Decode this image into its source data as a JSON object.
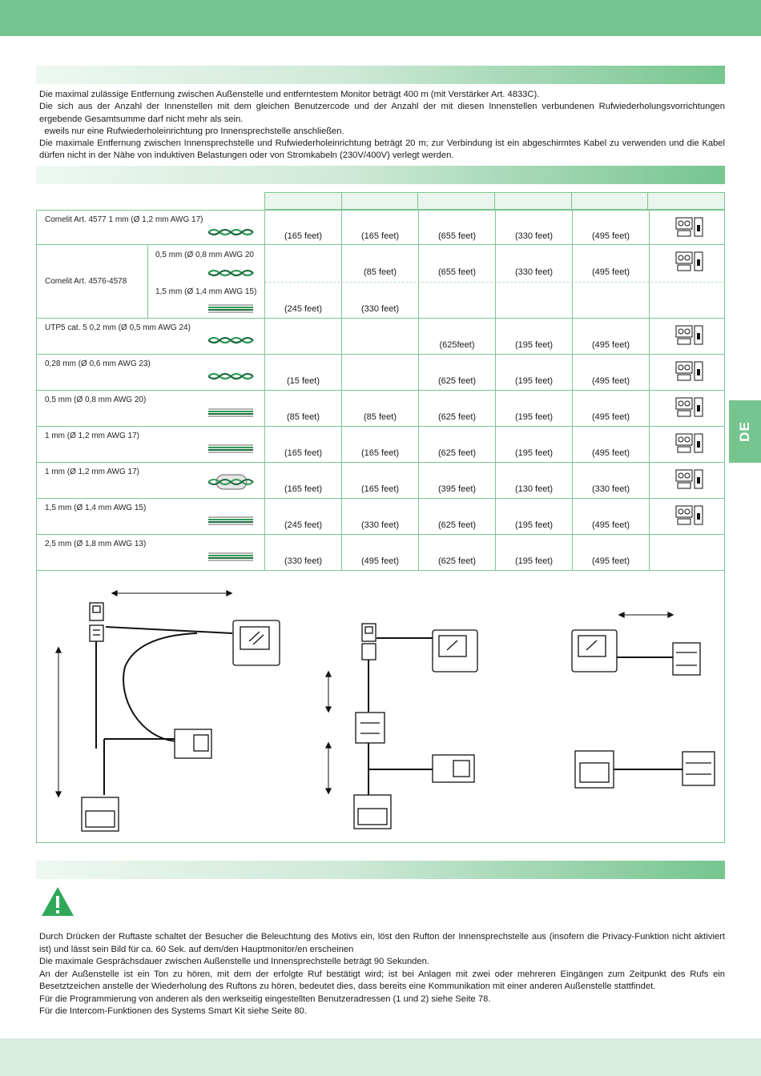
{
  "intro": {
    "lines": [
      "Die maximal zulässige Entfernung zwischen Außenstelle und entferntestem Monitor beträgt 400 m (mit Verstärker Art. 4833C).",
      "Die sich aus der Anzahl der Innenstellen mit dem gleichen Benutzercode und der Anzahl der mit diesen Innenstellen verbundenen Rufwiederholungsvorrichtungen ergebende Gesamtsumme darf nicht mehr als sein.",
      "  eweils nur eine Rufwiederholeinrichtung pro Innensprechstelle anschließen.",
      "Die maximale Entfernung zwischen Innensprechstelle und Rufwiederholeinrichtung beträgt 20 m; zur Verbindung ist ein abgeschirmtes Kabel zu verwenden und die Kabel dürfen nicht in der Nähe von induktiven Belastungen oder von Stromkabeln (230V/400V) verlegt werden."
    ]
  },
  "cable_table": {
    "rows": [
      {
        "label": "Comelit Art. 4577 1 mm  (Ø 1,2 mm AWG 17)",
        "cable": "twisted",
        "values": [
          "(165 feet)",
          "(165 feet)",
          "(655 feet)",
          "(330 feet)",
          "(495 feet)"
        ],
        "icon": "intercom-icon"
      },
      {
        "label": "Comelit Art. 4576-4578",
        "sub1": "0,5 mm  (Ø 0,8 mm AWG 20",
        "sub2": "1,5 mm  (Ø 1,4 mm AWG 15)",
        "values_a": [
          "",
          "(85 feet)",
          "(655 feet)",
          "(330 feet)",
          "(495 feet)"
        ],
        "values_b": [
          "(245 feet)",
          "(330 feet)",
          "",
          "",
          ""
        ],
        "icon": "intercom-icon"
      },
      {
        "label": "UTP5 cat. 5 0,2 mm  (Ø 0,5 mm AWG 24)",
        "cable": "twisted",
        "values": [
          "",
          "",
          "(625feet)",
          "(195 feet)",
          "(495 feet)"
        ],
        "icon": "intercom-icon"
      },
      {
        "label": "0,28 mm  (Ø 0,6 mm AWG 23)",
        "cable": "twisted",
        "values": [
          "(15 feet)",
          "",
          "(625 feet)",
          "(195 feet)",
          "(495 feet)"
        ],
        "icon": "intercom-icon"
      },
      {
        "label": "0,5 mm  (Ø 0,8 mm AWG 20)",
        "cable": "parallel",
        "values": [
          "(85 feet)",
          "(85 feet)",
          "(625 feet)",
          "(195 feet)",
          "(495 feet)"
        ],
        "icon": "intercom-icon"
      },
      {
        "label": "1 mm  (Ø 1,2 mm AWG 17)",
        "cable": "parallel",
        "values": [
          "(165 feet)",
          "(165 feet)",
          "(625 feet)",
          "(195 feet)",
          "(495 feet)"
        ],
        "icon": "intercom-icon"
      },
      {
        "label": "1 mm  (Ø 1,2 mm AWG 17)",
        "cable": "shielded",
        "values": [
          "(165 feet)",
          "(165 feet)",
          "(395 feet)",
          "(130 feet)",
          "(330 feet)"
        ],
        "icon": "intercom-icon"
      },
      {
        "label": "1,5 mm  (Ø 1,4 mm AWG 15)",
        "cable": "parallel",
        "values": [
          "(245 feet)",
          "(330 feet)",
          "(625 feet)",
          "(195 feet)",
          "(495 feet)"
        ],
        "icon": "intercom-icon"
      },
      {
        "label": "2,5 mm  (Ø 1,8 mm AWG 13)",
        "cable": "parallel",
        "values": [
          "(330 feet)",
          "(495 feet)",
          "(625 feet)",
          "(195 feet)",
          "(495 feet)"
        ],
        "icon": ""
      }
    ]
  },
  "side_tab": "DE",
  "notes": {
    "lines": [
      "Durch Drücken der Ruftaste schaltet der Besucher die Beleuchtung des Motivs ein, löst den Rufton der Innensprechstelle aus (insofern die Privacy-Funktion nicht aktiviert ist) und lässt sein Bild für ca. 60 Sek. auf dem/den Hauptmonitor/en erscheinen",
      "Die maximale Gesprächsdauer zwischen Außenstelle und Innensprechstelle beträgt 90 Sekunden.",
      "An der Außenstelle ist ein Ton zu hören, mit dem der erfolgte Ruf bestätigt wird; ist bei Anlagen mit zwei oder mehreren Eingängen zum Zeitpunkt des Rufs ein Besetztzeichen anstelle der Wiederholung des Ruftons zu hören, bedeutet dies, dass bereits eine Kommunikation mit einer anderen Außenstelle stattfindet.",
      "Für die Programmierung von anderen als den werkseitig eingestellten Benutzeradressen (1 und 2) siehe Seite 78.",
      "Für die Intercom-Funktionen des Systems Smart Kit siehe Seite 80."
    ]
  }
}
